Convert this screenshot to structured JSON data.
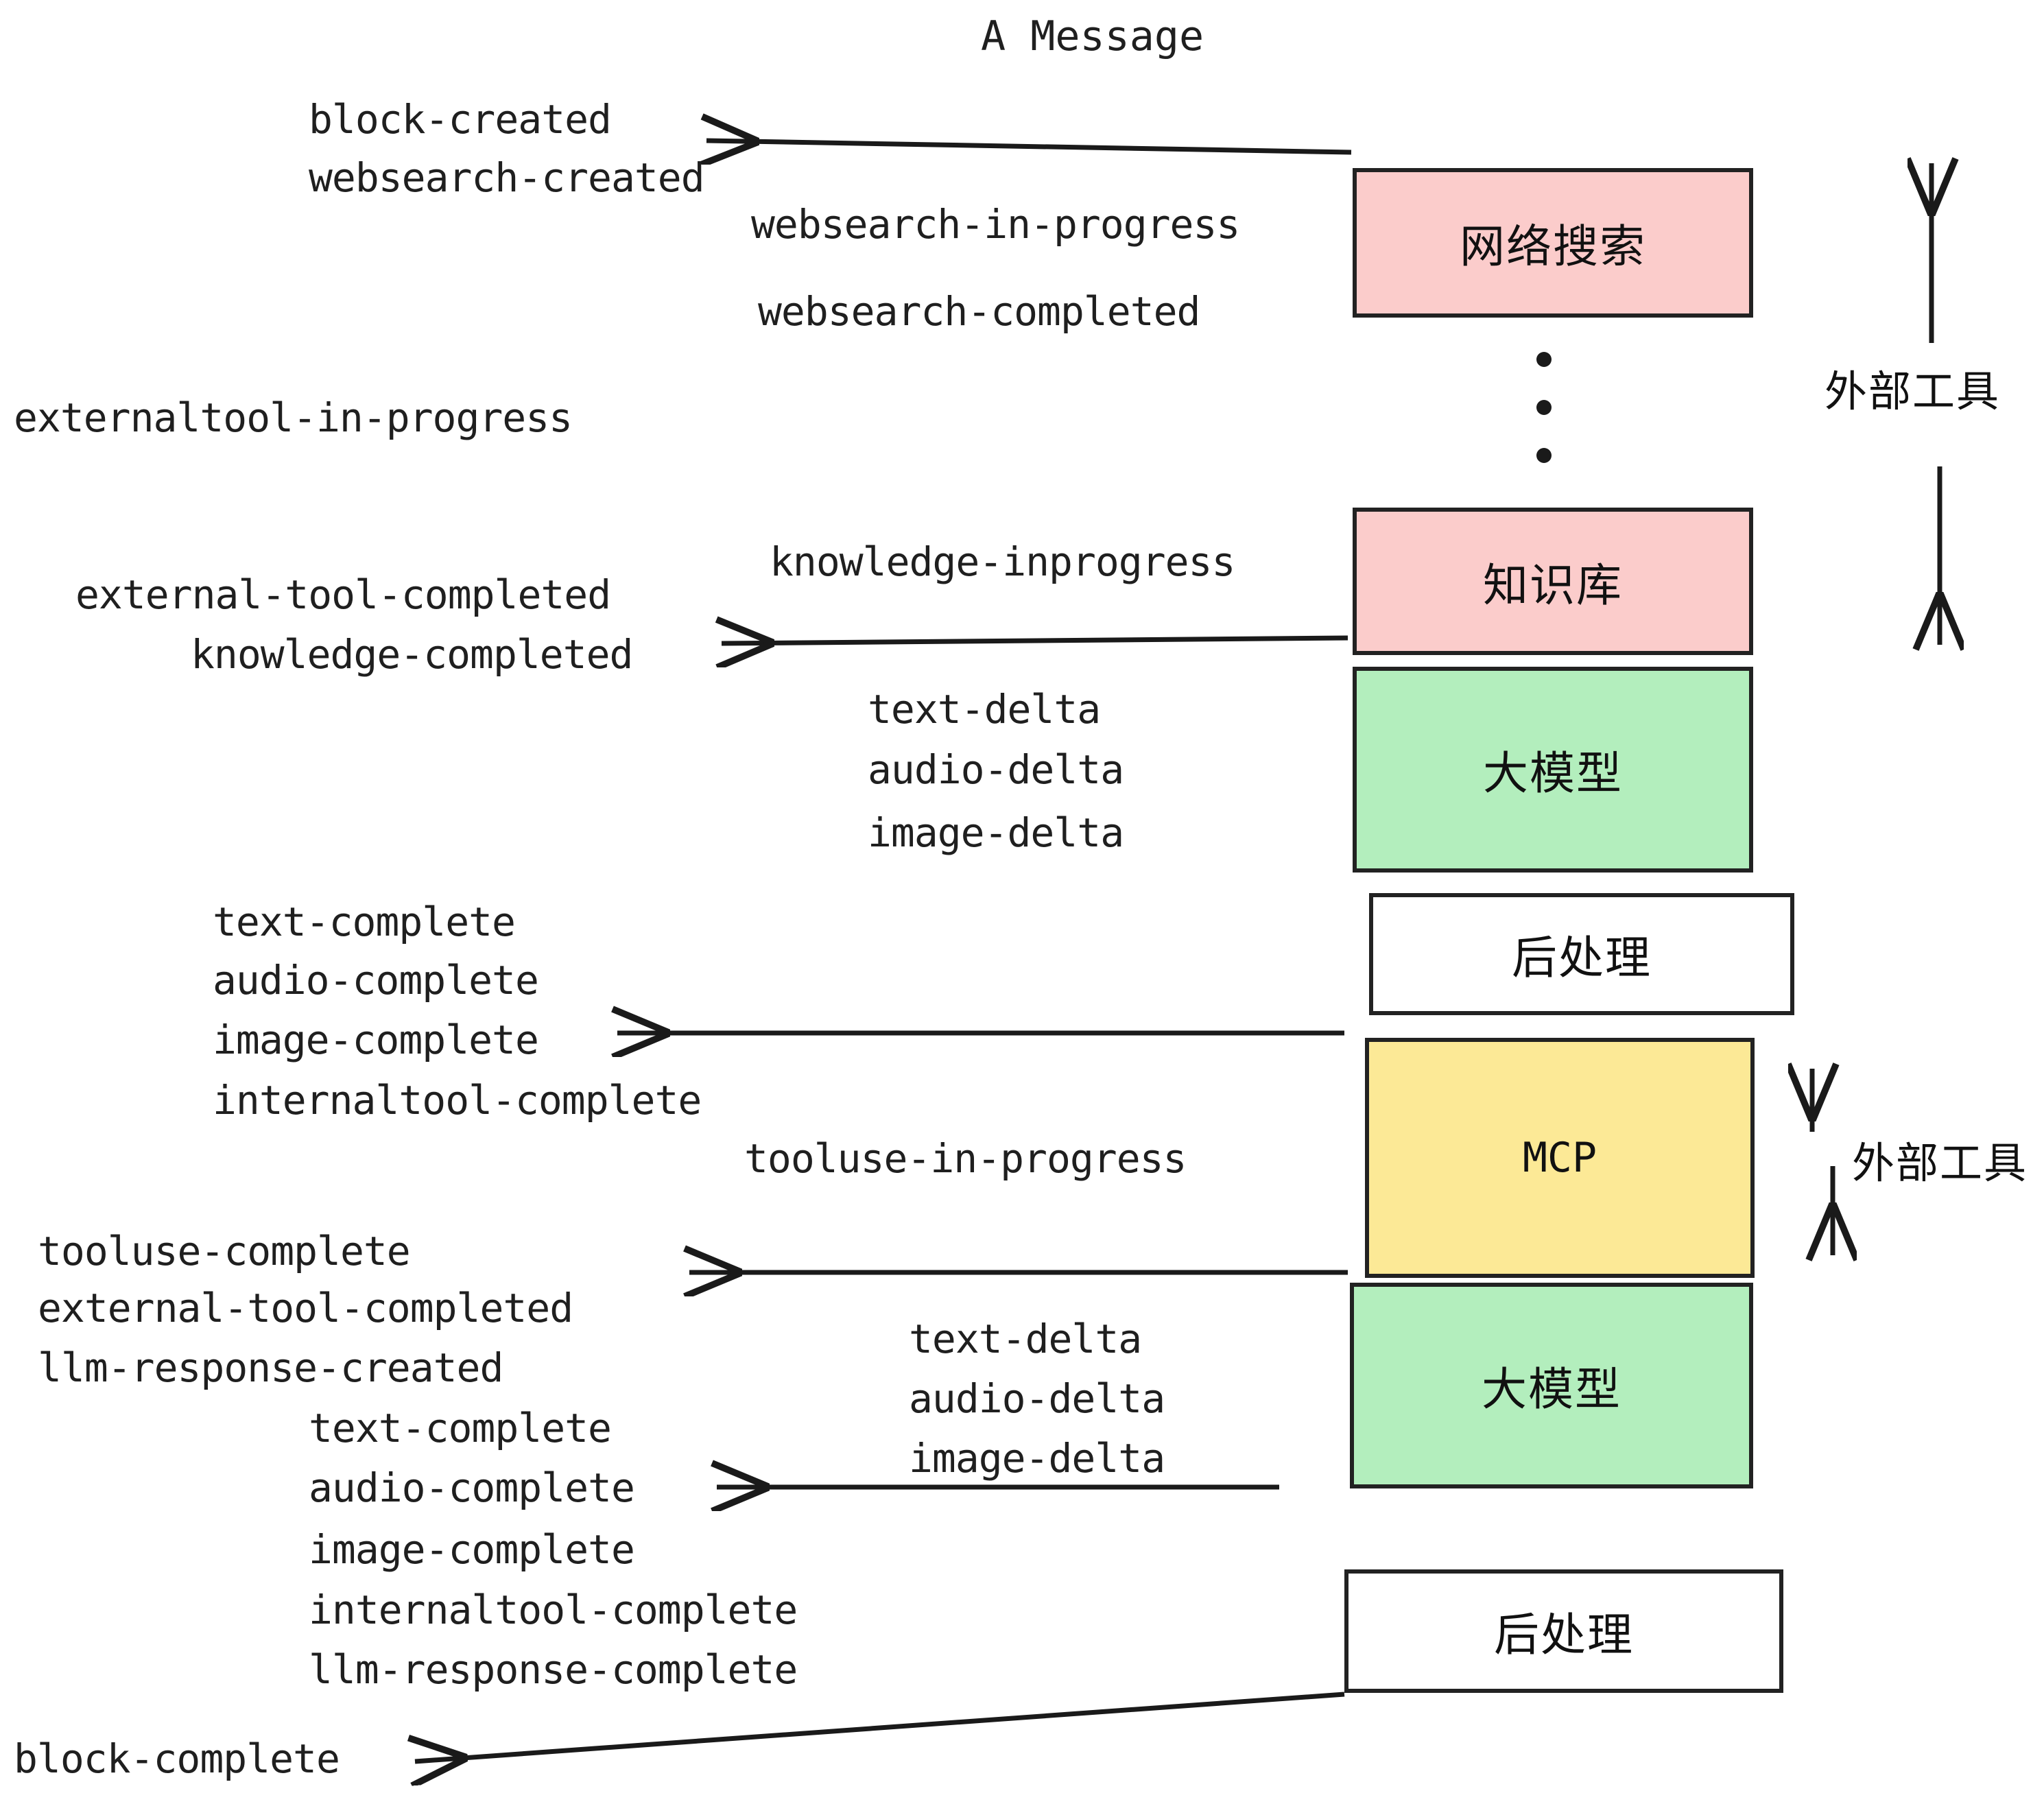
{
  "diagram": {
    "title": "A Message",
    "colors": {
      "pink": "#FBCCCB",
      "green": "#B3EEBD",
      "yellow": "#FCE996",
      "white": "#FFFFFF",
      "stroke": "#222222",
      "text": "#1F1F1F"
    },
    "nodes": [
      {
        "id": "websearch",
        "label": "网络搜索",
        "fill": "#FBCCCB"
      },
      {
        "id": "knowledge",
        "label": "知识库",
        "fill": "#FBCCCB"
      },
      {
        "id": "llm-1",
        "label": "大模型",
        "fill": "#B3EEBD"
      },
      {
        "id": "postproc-1",
        "label": "后处理",
        "fill": "#FFFFFF"
      },
      {
        "id": "mcp",
        "label": "MCP",
        "fill": "#FCE996"
      },
      {
        "id": "llm-2",
        "label": "大模型",
        "fill": "#B3EEBD"
      },
      {
        "id": "postproc-2",
        "label": "后处理",
        "fill": "#FFFFFF"
      }
    ],
    "side_labels": [
      {
        "id": "external-tools-top",
        "label": "外部工具"
      },
      {
        "id": "external-tools-bottom",
        "label": "外部工具"
      }
    ],
    "events": {
      "block_created": "block-created",
      "websearch_created": "websearch-created",
      "websearch_in_progress": "websearch-in-progress",
      "websearch_completed": "websearch-completed",
      "externaltool_in_progress": "externaltool-in-progress",
      "knowledge_inprogress": "knowledge-inprogress",
      "external_tool_completed_1": "external-tool-completed",
      "knowledge_completed": "knowledge-completed",
      "text_delta_1": "text-delta",
      "audio_delta_1": "audio-delta",
      "image_delta_1": "image-delta",
      "text_complete_1": "text-complete",
      "audio_complete_1": "audio-complete",
      "image_complete_1": "image-complete",
      "internaltool_complete_1": "internaltool-complete",
      "tooluse_in_progress": "tooluse-in-progress",
      "tooluse_complete": "tooluse-complete",
      "external_tool_completed_2": "external-tool-completed",
      "llm_response_created": "llm-response-created",
      "text_delta_2": "text-delta",
      "audio_delta_2": "audio-delta",
      "image_delta_2": "image-delta",
      "text_complete_2": "text-complete",
      "audio_complete_2": "audio-complete",
      "image_complete_2": "image-complete",
      "internaltool_complete_2": "internaltool-complete",
      "llm_response_complete": "llm-response-complete",
      "block_complete": "block-complete"
    }
  }
}
